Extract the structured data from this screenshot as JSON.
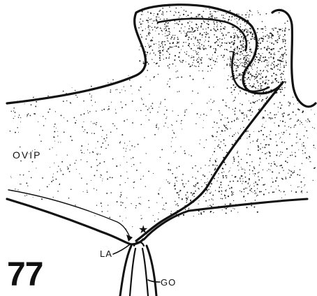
{
  "figure": {
    "number": "77",
    "labels": {
      "ovip": "OVIP",
      "la": "LA",
      "go": "GO"
    },
    "marker_symbol": "★"
  },
  "colors": {
    "ink": "#111111",
    "background": "#ffffff"
  }
}
